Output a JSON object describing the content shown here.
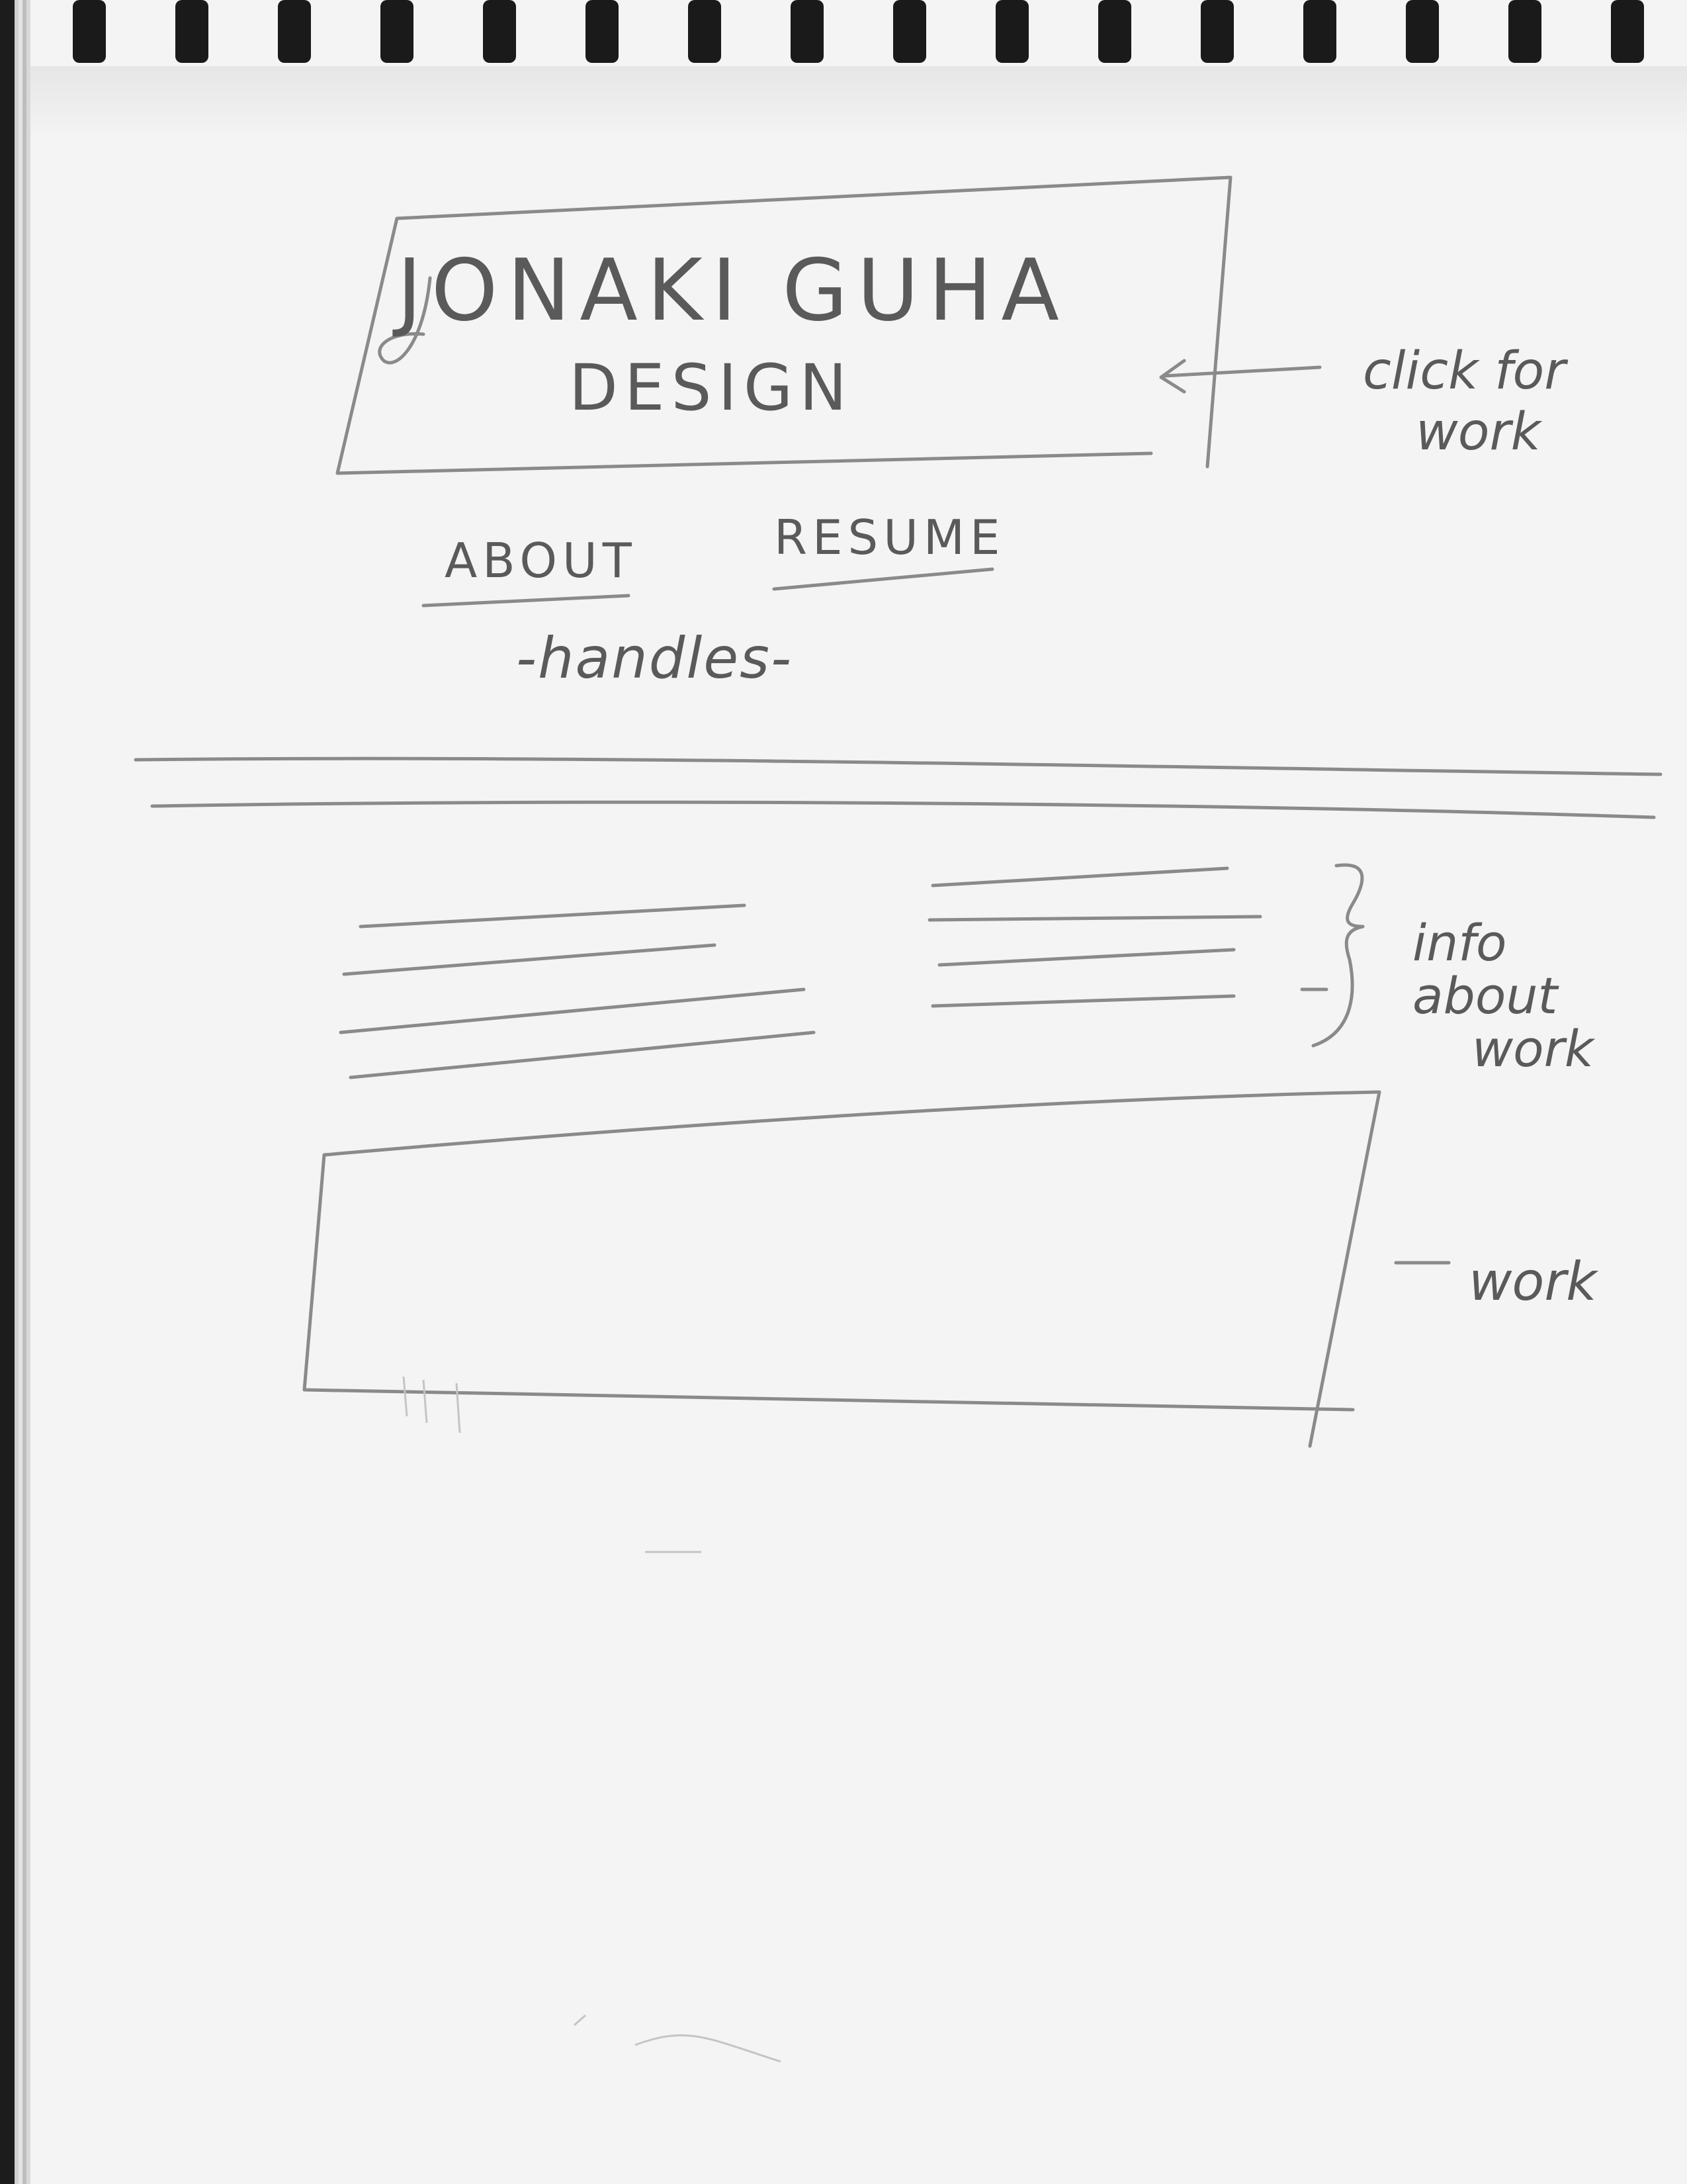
{
  "logo": {
    "line1": "JONAKI GUHA",
    "line2": "DESIGN"
  },
  "nav": {
    "about": "ABOUT",
    "resume": "RESUME"
  },
  "handles": "-handles-",
  "annotations": {
    "click_line1": "click for",
    "click_line2": "work",
    "info_line1": "info",
    "info_line2": "about",
    "info_line3": "work",
    "work": "work"
  }
}
